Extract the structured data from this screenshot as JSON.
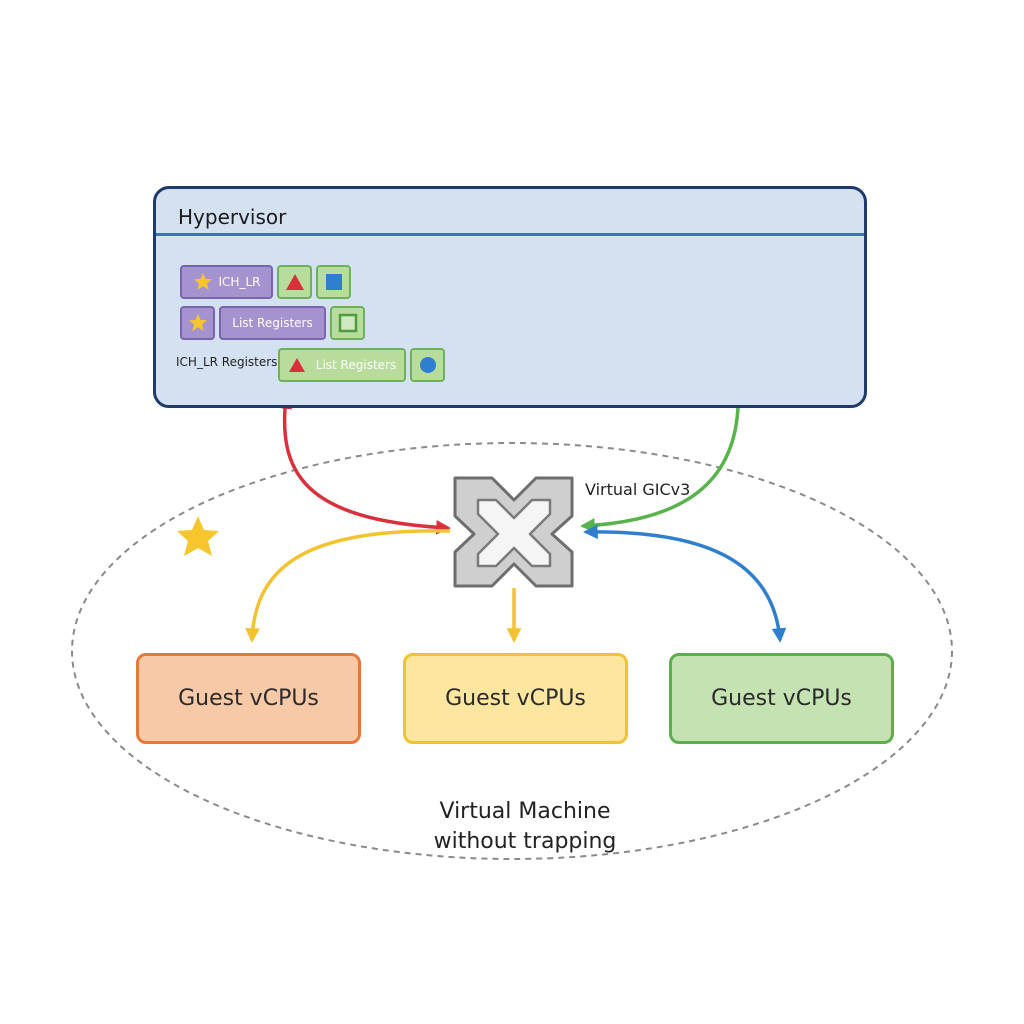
{
  "hypervisor": {
    "title": "Hypervisor",
    "row1": {
      "chip_label": "ICH_LR"
    },
    "row2": {
      "chip_label": "List Registers"
    },
    "row3": {
      "side_label": "ICH_LR Registers",
      "chip_label": "List Registers"
    }
  },
  "gic": {
    "label": "Virtual GICv3"
  },
  "guests": [
    {
      "label": "Guest vCPUs",
      "color": "#e8783a"
    },
    {
      "label": "Guest vCPUs",
      "color": "#f0c236"
    },
    {
      "label": "Guest vCPUs",
      "color": "#5cae4e"
    }
  ],
  "vm": {
    "line1": "Virtual Machine",
    "line2": "without trapping"
  },
  "colors": {
    "arrow_red": "#d9303b",
    "arrow_green": "#57b34a",
    "arrow_yellow": "#f2c230",
    "arrow_blue": "#2f7fcf",
    "hypervisor_border": "#1f3a6b",
    "hypervisor_fill": "#d3e1f1",
    "vm_boundary": "#8a8a8a"
  },
  "icons": [
    "star-icon",
    "triangle-icon",
    "square-icon",
    "circle-icon",
    "gic-cross-icon"
  ]
}
